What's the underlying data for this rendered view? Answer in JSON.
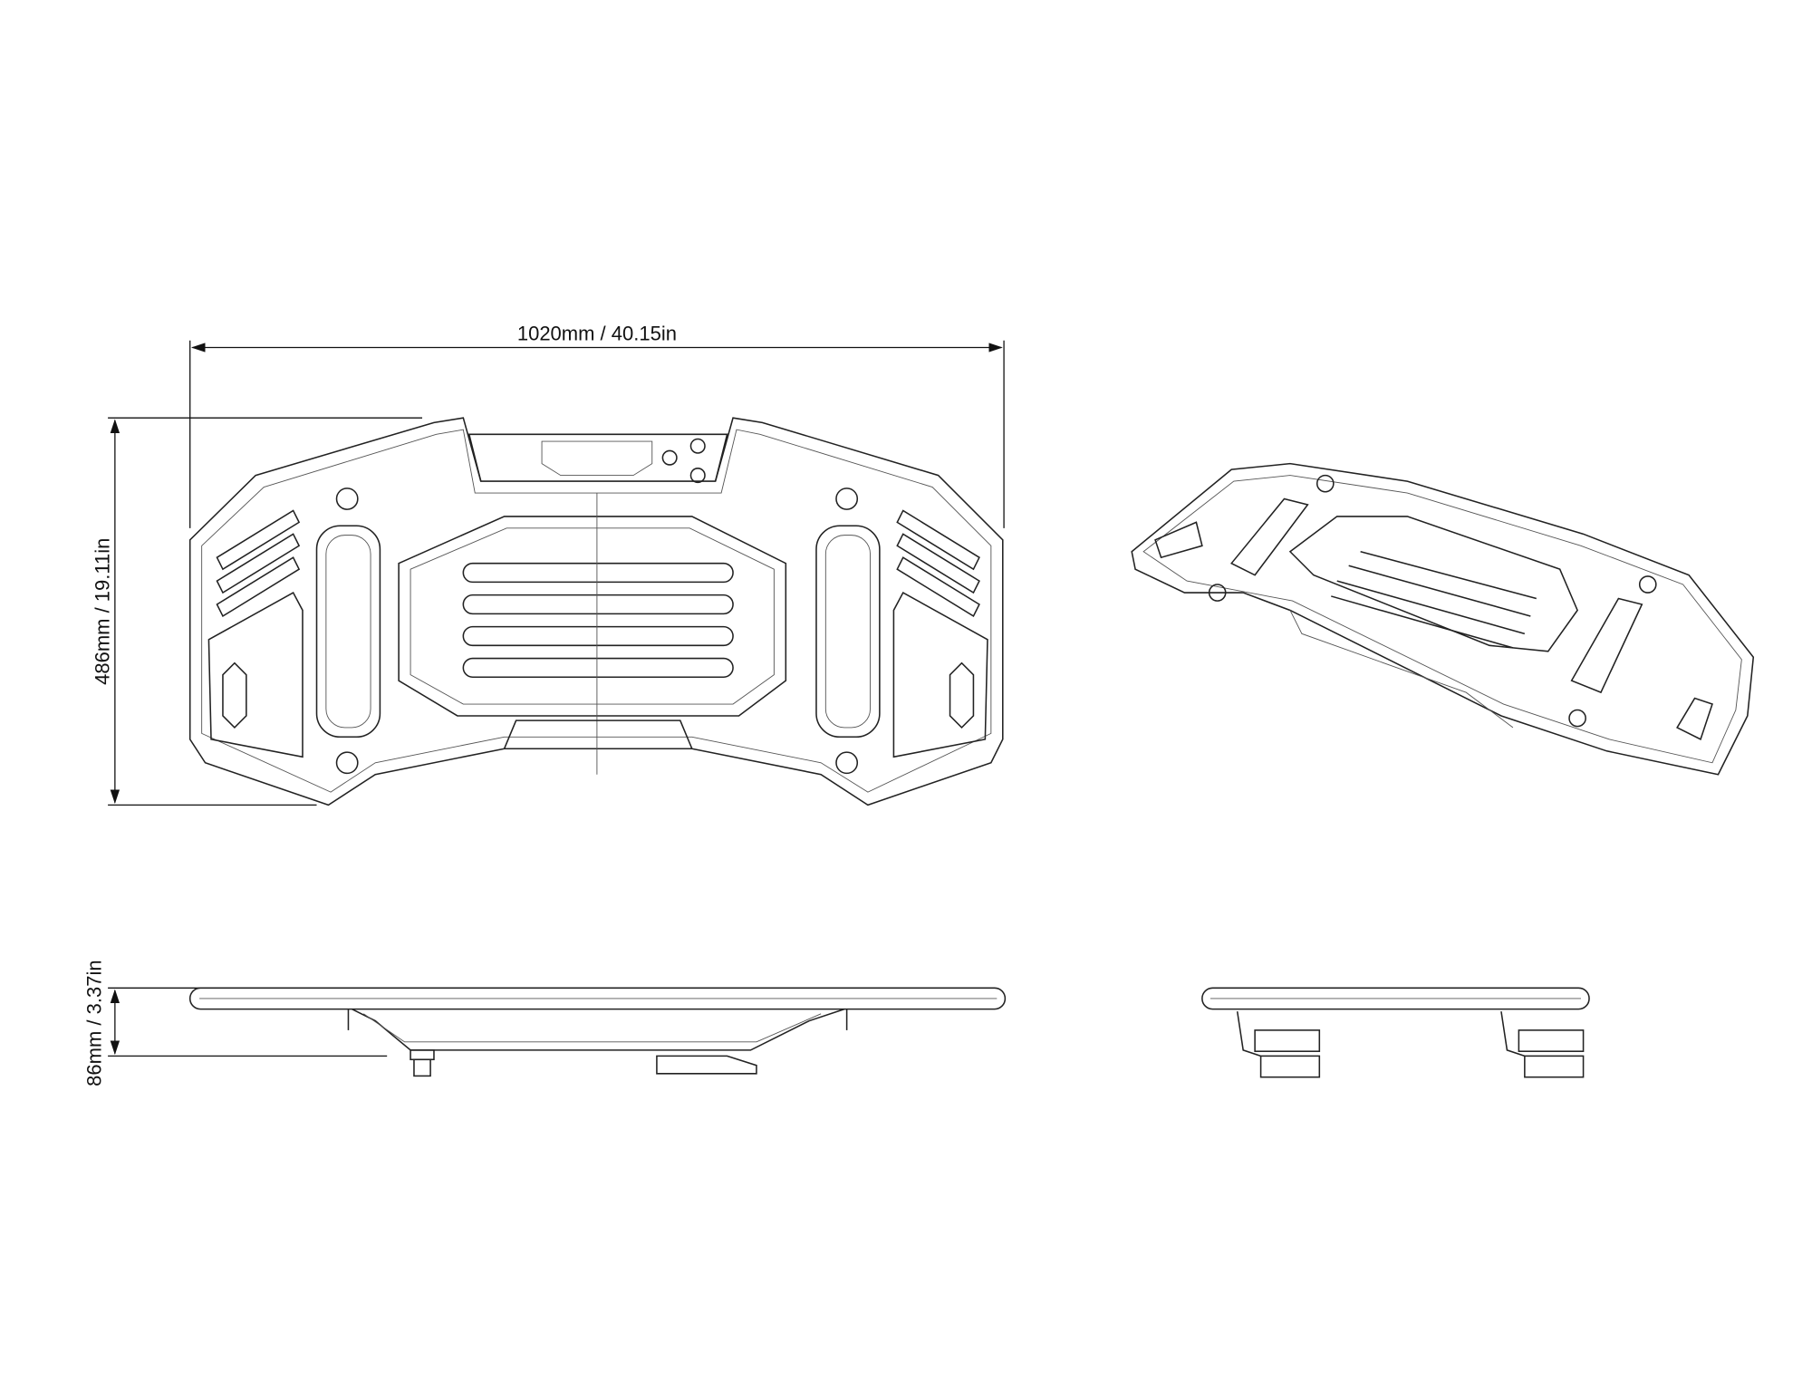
{
  "dimensions": {
    "width": "1020mm / 40.15in",
    "depth": "486mm / 19.11in",
    "height": "86mm / 3.37in"
  },
  "views": [
    "top",
    "isometric",
    "side",
    "front"
  ]
}
